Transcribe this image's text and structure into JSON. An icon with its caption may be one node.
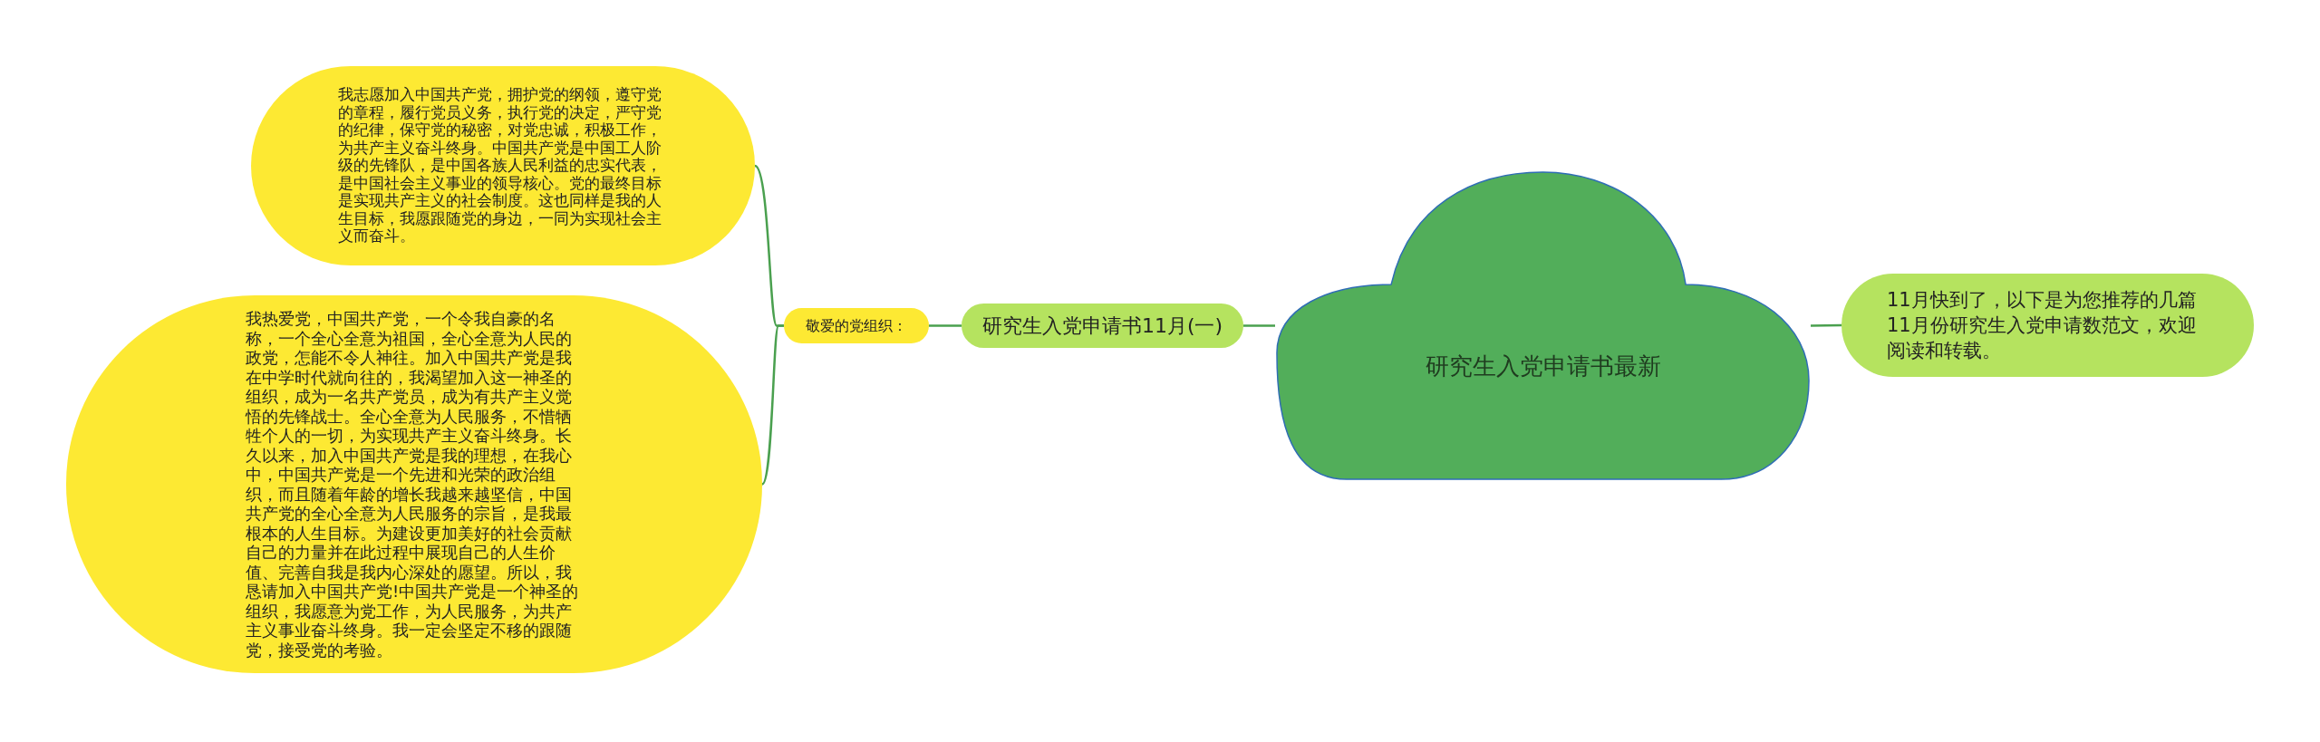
{
  "diagram": {
    "nodes": [
      {
        "text": [
          "研究生入党申请书最新"
        ]
      },
      {
        "text": [
          "11月快到了，以下是为您推荐的几篇11月份研究生入党申请数范文，欢迎阅读和转载。"
        ]
      },
      {
        "text": [
          "研究生入党申请书11月(一)"
        ]
      },
      {
        "text": [
          "敬爱的党组织："
        ]
      },
      {
        "text": [
          "我志愿加入中国共产党，拥护党的纲领，遵守党的章程，履行党员义务，执行党的决定，严守党的纪律，保守党的秘密，对党忠诚，积极工作，为共产主义奋斗终身。中国共产党是中国工人阶级的先锋队，是中国各族人民利益的忠实代表，是中国社会主义事业的领导核心。党的最终目标是实现共产主义的社会制度。这也同样是我的人生目标，我愿跟随党的身边，一同为实现社会主义而奋斗。"
        ]
      },
      {
        "text": [
          "我热爱党，中国共产党，一个令我自豪的名称，一个全心全意为祖国，全心全意为人民的政党，怎能不令人神往。加入中国共产党是我在中学时代就向往的，我渴望加入这一神圣的组织，成为一名共产党员，成为有共产主义觉悟的先锋战士。全心全意为人民服务，不惜牺牲个人的一切，为实现共产主义奋斗终身。长久以来，加入中国共产党是我的理想，在我心中，中国共产党是一个先进和光荣的政治组织，而且随着年龄的增长我越来越坚信，中国共产党的全心全意为人民服务的宗旨，是我最根本的人生目标。为建设更加美好的社会贡献自己的力量并在此过程中展现自己的人生价值、完善自我是我内心深处的愿望。所以，我恳请加入中国共产党!中国共产党是一个神圣的组织，我愿意为党工作，为人民服务，为共产主义事业奋斗终身。我一定会坚定不移的跟随党，接受党的考验。"
        ]
      }
    ],
    "edges": [
      {
        "from": 0,
        "to": 1,
        "arrow": "none"
      },
      {
        "from": 0,
        "to": 2,
        "arrow": "none"
      },
      {
        "from": 2,
        "to": 3,
        "arrow": "none"
      },
      {
        "from": 3,
        "to": 4,
        "arrow": "none"
      },
      {
        "from": 3,
        "to": 5,
        "arrow": "none"
      }
    ]
  }
}
